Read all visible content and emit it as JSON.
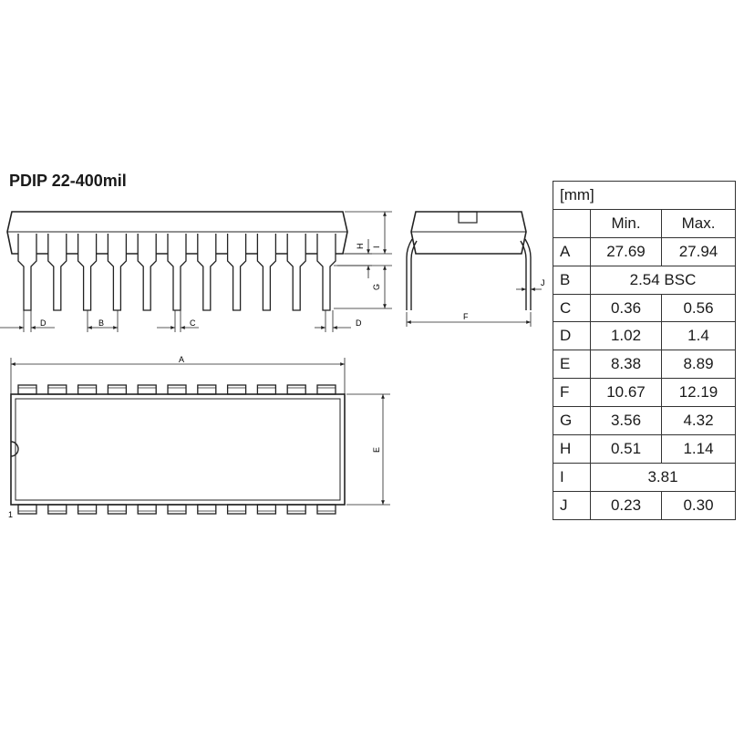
{
  "title": "PDIP 22-400mil",
  "pin_one_label": "1",
  "dimension_letters": {
    "A": "A",
    "B": "B",
    "C": "C",
    "D": "D",
    "E": "E",
    "F": "F",
    "G": "G",
    "H": "H",
    "I": "I",
    "J": "J"
  },
  "table": {
    "unit": "[mm]",
    "col_min": "Min.",
    "col_max": "Max.",
    "rows": [
      {
        "label": "A",
        "min": "27.69",
        "max": "27.94"
      },
      {
        "label": "B",
        "span": "2.54 BSC"
      },
      {
        "label": "C",
        "min": "0.36",
        "max": "0.56"
      },
      {
        "label": "D",
        "min": "1.02",
        "max": "1.4"
      },
      {
        "label": "E",
        "min": "8.38",
        "max": "8.89"
      },
      {
        "label": "F",
        "min": "10.67",
        "max": "12.19"
      },
      {
        "label": "G",
        "min": "3.56",
        "max": "4.32"
      },
      {
        "label": "H",
        "min": "0.51",
        "max": "1.14"
      },
      {
        "label": "I",
        "span": "3.81"
      },
      {
        "label": "J",
        "min": "0.23",
        "max": "0.30"
      }
    ]
  }
}
